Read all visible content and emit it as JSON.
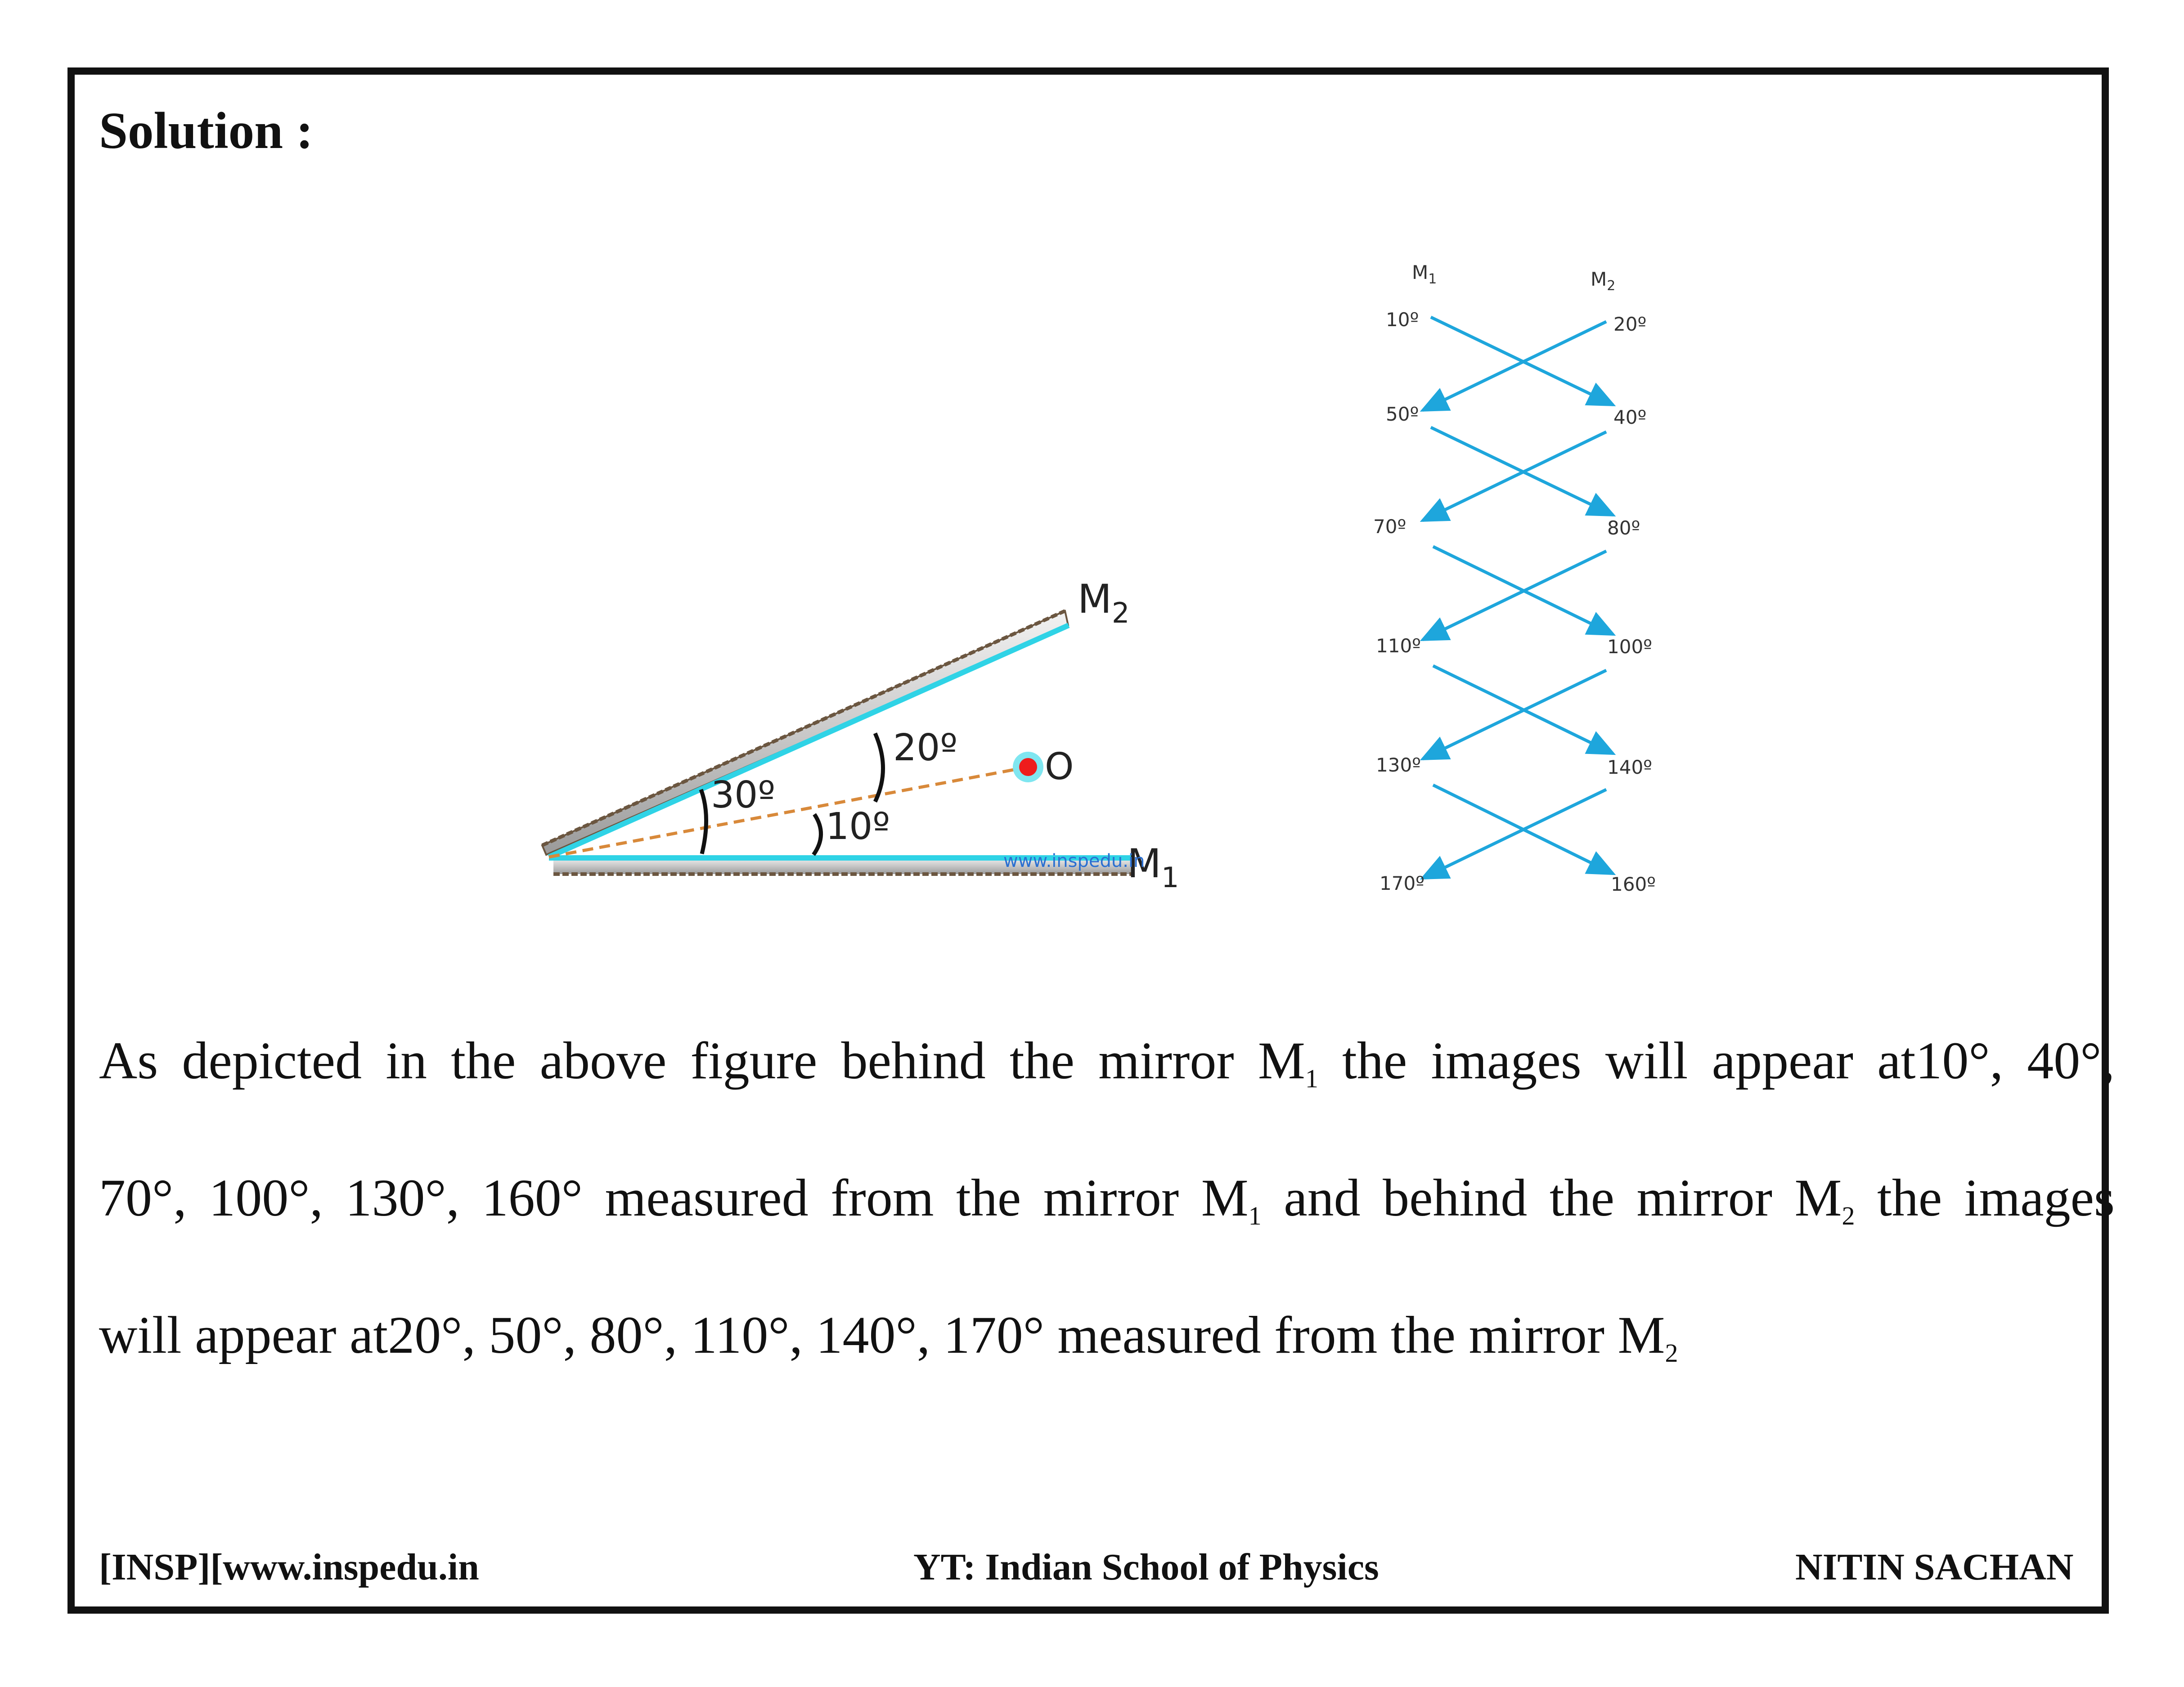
{
  "heading": "Solution :",
  "figure_left": {
    "mirror1_label": "M",
    "mirror1_sub": "1",
    "mirror2_label": "M",
    "mirror2_sub": "2",
    "object_label": "O",
    "angle_30": "30º",
    "angle_20": "20º",
    "angle_10": "10º",
    "watermark": "www.inspedu.in",
    "colors": {
      "mirror_line": "#2fd3e6",
      "dashed_line": "#d8893a",
      "object_dot": "#ee1c1c"
    }
  },
  "figure_right": {
    "col1_label": "M",
    "col1_sub": "1",
    "col2_label": "M",
    "col2_sub": "2",
    "left_labels": [
      "10º",
      "50º",
      "70º",
      "110º",
      "130º",
      "170º"
    ],
    "right_labels": [
      "20º",
      "40º",
      "80º",
      "100º",
      "140º",
      "160º"
    ],
    "arrow_color": "#1ea6dc"
  },
  "paragraph": {
    "l1a": "As depicted in the above figure behind the mirror M",
    "l1s": "1",
    "l1b": " the images will appear at10°, 40°,",
    "l2a": "70°, 100°, 130°, 160° measured from the mirror M",
    "l2s1": "1",
    "l2b": " and behind the mirror M",
    "l2s2": "2",
    "l2c": " the images",
    "l3a": "will appear at20°, 50°, 80°, 110°, 140°, 170° measured from the mirror M",
    "l3s": "2"
  },
  "footer": {
    "left": "[INSP][www.inspedu.in",
    "center": "YT: Indian School of Physics",
    "right": "NITIN SACHAN"
  }
}
